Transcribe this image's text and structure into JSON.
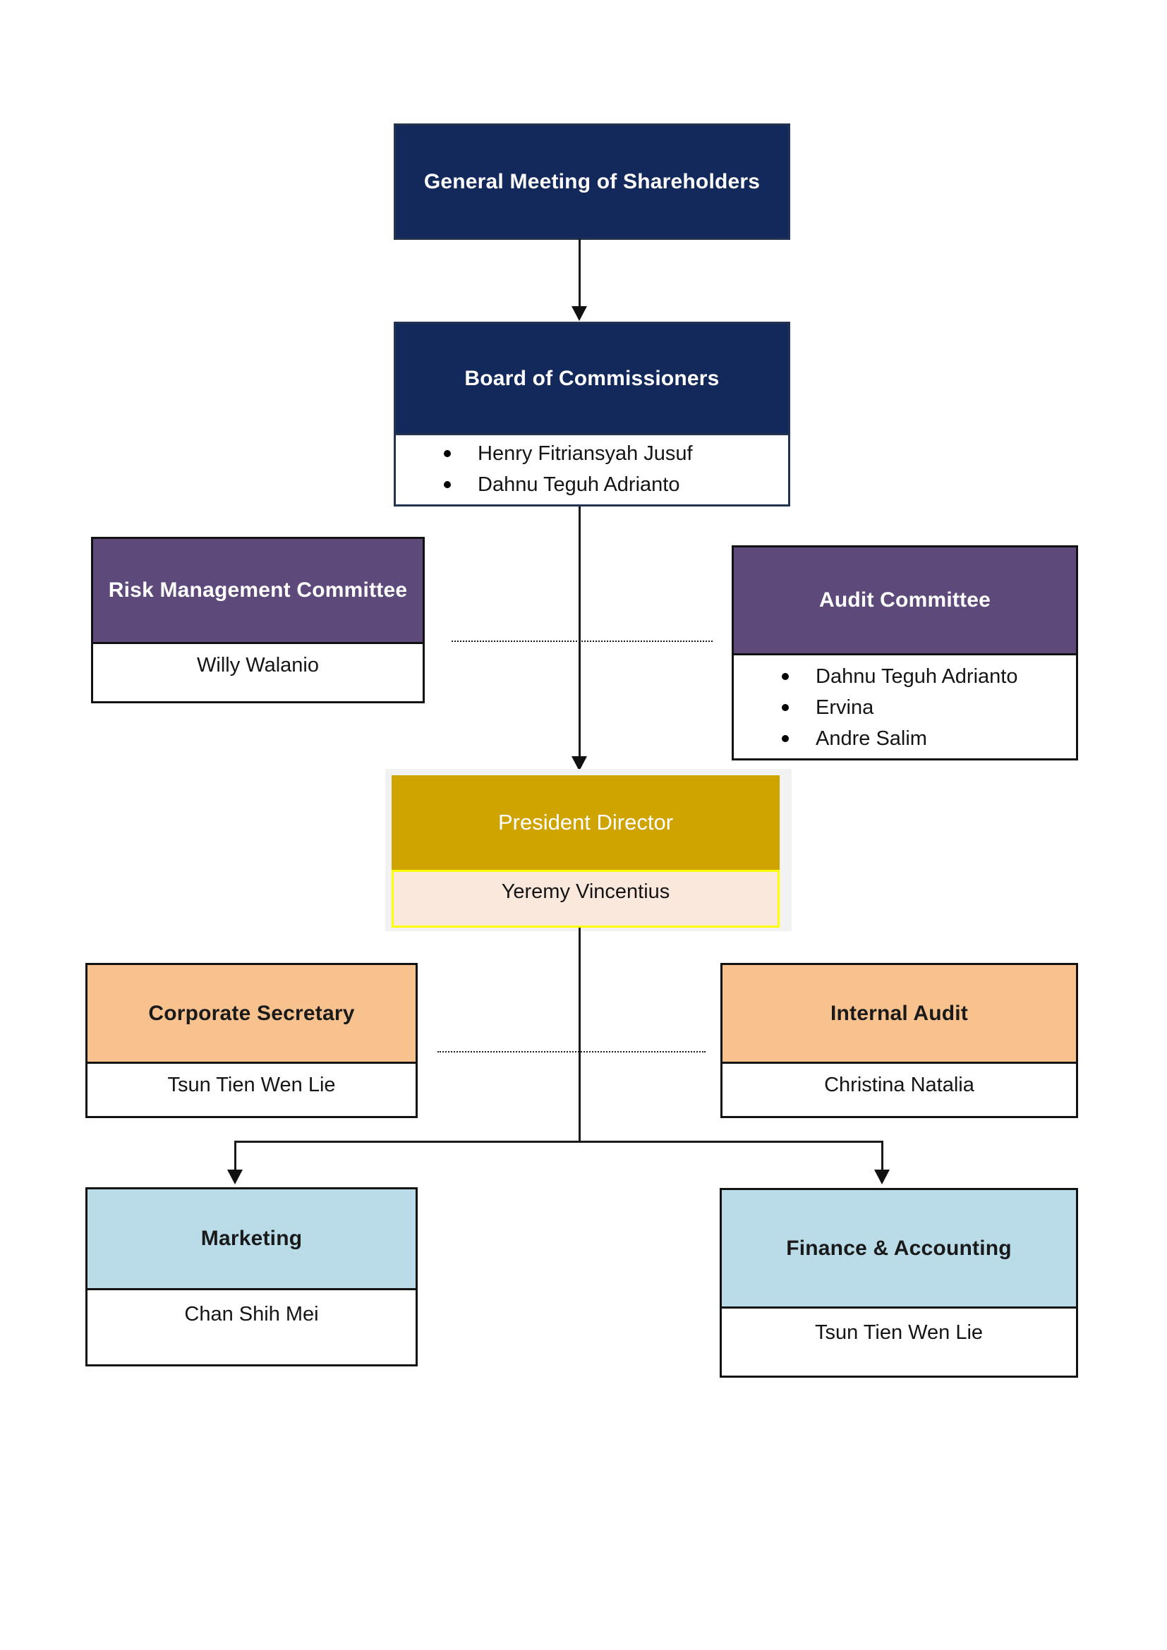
{
  "diagram": {
    "kind": "organizational-chart",
    "background": "#FFFFFF"
  },
  "colors": {
    "navy": "#13295C",
    "purple": "#5E4A7A",
    "gold": "#CFA400",
    "peach": "#FBE8DC",
    "selection_yellow": "#FFFF00",
    "orange": "#F8C28E",
    "light_blue": "#BADCE9",
    "halo_gray": "#F2F2F2",
    "connector_line": "#1A1A1A",
    "body_white": "#FFFFFF"
  },
  "nodes": {
    "general_meeting": {
      "title": "General Meeting of Shareholders",
      "bg": "#13295C",
      "text_color": "#FFFFFF"
    },
    "board_of_commissioners": {
      "title": "Board of Commissioners",
      "bg": "#13295C",
      "text_color": "#FFFFFF",
      "members": [
        "Henry Fitriansyah Jusuf",
        "Dahnu Teguh Adrianto"
      ]
    },
    "risk_management_committee": {
      "title": "Risk Management Committee",
      "bg": "#5E4A7A",
      "text_color": "#FFFFFF",
      "members": [
        "Willy Walanio"
      ]
    },
    "audit_committee": {
      "title": "Audit Committee",
      "bg": "#5E4A7A",
      "text_color": "#FFFFFF",
      "members": [
        "Dahnu Teguh Adrianto",
        "Ervina",
        "Andre Salim"
      ]
    },
    "president_director": {
      "title": "President Director",
      "bg": "#CFA400",
      "text_color": "#FFFFFF",
      "body_bg": "#FBE8DC",
      "selection_border": "#FFFF00",
      "halo": "#F2F2F2",
      "members": [
        "Yeremy Vincentius"
      ]
    },
    "corporate_secretary": {
      "title": "Corporate Secretary",
      "bg": "#F8C28E",
      "text_color": "#1A1A1A",
      "members": [
        "Tsun Tien Wen Lie"
      ]
    },
    "internal_audit": {
      "title": "Internal Audit",
      "bg": "#F8C28E",
      "text_color": "#1A1A1A",
      "members": [
        "Christina Natalia"
      ]
    },
    "marketing": {
      "title": "Marketing",
      "bg": "#BADCE9",
      "text_color": "#1A1A1A",
      "members": [
        "Chan Shih Mei"
      ]
    },
    "finance_accounting": {
      "title": "Finance & Accounting",
      "bg": "#BADCE9",
      "text_color": "#1A1A1A",
      "members": [
        "Tsun Tien Wen Lie"
      ]
    }
  }
}
